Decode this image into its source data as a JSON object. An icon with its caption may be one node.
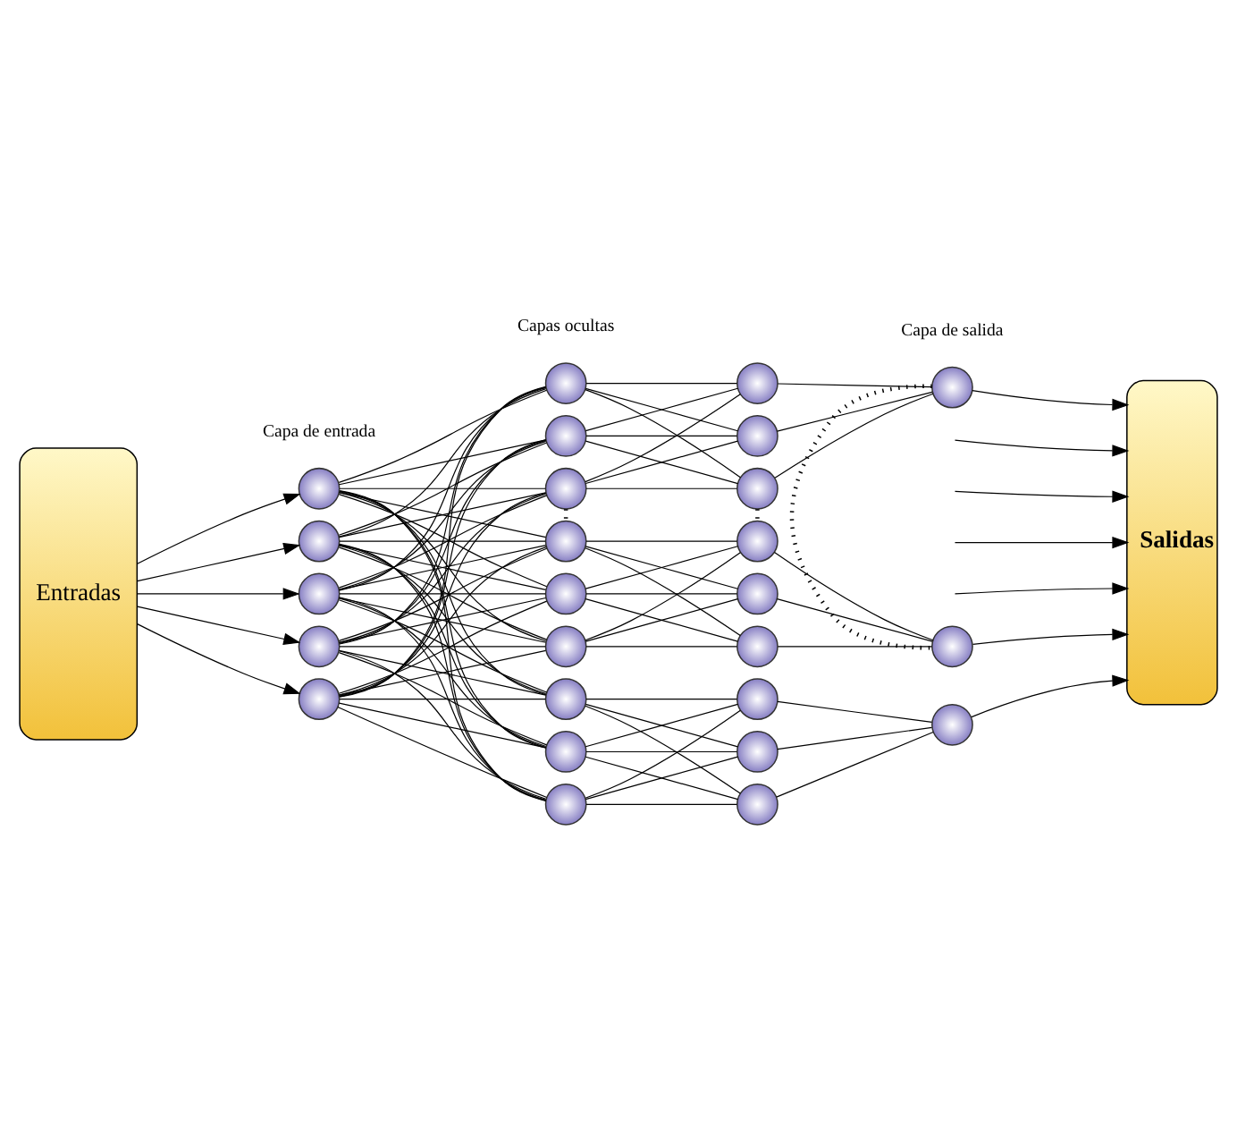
{
  "diagram": {
    "nodes": [
      {
        "text": [
          "Entradas"
        ]
      },
      {
        "text": [],
        "shape": "circle"
      },
      {
        "text": [],
        "shape": "circle"
      },
      {
        "text": [],
        "shape": "circle"
      },
      {
        "text": [],
        "shape": "circle"
      },
      {
        "text": [],
        "shape": "circle"
      },
      {
        "text": [],
        "shape": "circle"
      },
      {
        "text": [],
        "shape": "circle"
      },
      {
        "text": [],
        "shape": "circle"
      },
      {
        "text": [],
        "shape": "circle"
      },
      {
        "text": [],
        "shape": "circle"
      },
      {
        "text": [],
        "shape": "circle"
      },
      {
        "text": [],
        "shape": "circle"
      },
      {
        "text": [],
        "shape": "circle"
      },
      {
        "text": [],
        "shape": "circle"
      },
      {
        "text": [],
        "shape": "circle"
      },
      {
        "text": [],
        "shape": "circle"
      },
      {
        "text": [],
        "shape": "circle"
      },
      {
        "text": [],
        "shape": "circle"
      },
      {
        "text": [],
        "shape": "circle"
      },
      {
        "text": [],
        "shape": "circle"
      },
      {
        "text": [],
        "shape": "circle"
      },
      {
        "text": [],
        "shape": "circle"
      },
      {
        "text": [],
        "shape": "circle"
      },
      {
        "text": [],
        "shape": "circle"
      },
      {
        "text": [],
        "shape": "circle"
      },
      {
        "text": [],
        "shape": "circle"
      },
      {
        "text": [
          "Salidas"
        ]
      }
    ],
    "edges": [
      {
        "from": 0,
        "to": 1,
        "arrow": "to"
      },
      {
        "from": 0,
        "to": 2,
        "arrow": "to"
      },
      {
        "from": 0,
        "to": 3,
        "arrow": "to"
      },
      {
        "from": 0,
        "to": 4,
        "arrow": "to"
      },
      {
        "from": 0,
        "to": 5,
        "arrow": "to"
      },
      {
        "from": 1,
        "to": 6,
        "arrow": "none"
      },
      {
        "from": 1,
        "to": 7,
        "arrow": "none"
      },
      {
        "from": 1,
        "to": 8,
        "arrow": "none"
      },
      {
        "from": 1,
        "to": 9,
        "arrow": "none"
      },
      {
        "from": 1,
        "to": 10,
        "arrow": "none"
      },
      {
        "from": 1,
        "to": 11,
        "arrow": "none"
      },
      {
        "from": 1,
        "to": 12,
        "arrow": "none"
      },
      {
        "from": 1,
        "to": 13,
        "arrow": "none"
      },
      {
        "from": 1,
        "to": 14,
        "arrow": "none"
      },
      {
        "from": 2,
        "to": 6,
        "arrow": "none"
      },
      {
        "from": 2,
        "to": 7,
        "arrow": "none"
      },
      {
        "from": 2,
        "to": 8,
        "arrow": "none"
      },
      {
        "from": 2,
        "to": 9,
        "arrow": "none"
      },
      {
        "from": 2,
        "to": 10,
        "arrow": "none"
      },
      {
        "from": 2,
        "to": 11,
        "arrow": "none"
      },
      {
        "from": 2,
        "to": 12,
        "arrow": "none"
      },
      {
        "from": 2,
        "to": 13,
        "arrow": "none"
      },
      {
        "from": 2,
        "to": 14,
        "arrow": "none"
      },
      {
        "from": 3,
        "to": 6,
        "arrow": "none"
      },
      {
        "from": 3,
        "to": 7,
        "arrow": "none"
      },
      {
        "from": 3,
        "to": 8,
        "arrow": "none"
      },
      {
        "from": 3,
        "to": 9,
        "arrow": "none"
      },
      {
        "from": 3,
        "to": 10,
        "arrow": "none"
      },
      {
        "from": 3,
        "to": 11,
        "arrow": "none"
      },
      {
        "from": 3,
        "to": 12,
        "arrow": "none"
      },
      {
        "from": 3,
        "to": 13,
        "arrow": "none"
      },
      {
        "from": 3,
        "to": 14,
        "arrow": "none"
      },
      {
        "from": 4,
        "to": 6,
        "arrow": "none"
      },
      {
        "from": 4,
        "to": 7,
        "arrow": "none"
      },
      {
        "from": 4,
        "to": 8,
        "arrow": "none"
      },
      {
        "from": 4,
        "to": 9,
        "arrow": "none"
      },
      {
        "from": 4,
        "to": 10,
        "arrow": "none"
      },
      {
        "from": 4,
        "to": 11,
        "arrow": "none"
      },
      {
        "from": 4,
        "to": 12,
        "arrow": "none"
      },
      {
        "from": 4,
        "to": 13,
        "arrow": "none"
      },
      {
        "from": 4,
        "to": 14,
        "arrow": "none"
      },
      {
        "from": 5,
        "to": 6,
        "arrow": "none"
      },
      {
        "from": 5,
        "to": 7,
        "arrow": "none"
      },
      {
        "from": 5,
        "to": 8,
        "arrow": "none"
      },
      {
        "from": 5,
        "to": 9,
        "arrow": "none"
      },
      {
        "from": 5,
        "to": 10,
        "arrow": "none"
      },
      {
        "from": 5,
        "to": 11,
        "arrow": "none"
      },
      {
        "from": 5,
        "to": 12,
        "arrow": "none"
      },
      {
        "from": 5,
        "to": 13,
        "arrow": "none"
      },
      {
        "from": 5,
        "to": 14,
        "arrow": "none"
      },
      {
        "from": 6,
        "to": 15,
        "arrow": "none"
      },
      {
        "from": 6,
        "to": 16,
        "arrow": "none"
      },
      {
        "from": 6,
        "to": 17,
        "arrow": "none"
      },
      {
        "from": 7,
        "to": 15,
        "arrow": "none"
      },
      {
        "from": 7,
        "to": 16,
        "arrow": "none"
      },
      {
        "from": 7,
        "to": 17,
        "arrow": "none"
      },
      {
        "from": 8,
        "to": 15,
        "arrow": "none"
      },
      {
        "from": 8,
        "to": 16,
        "arrow": "none"
      },
      {
        "from": 8,
        "to": 17,
        "arrow": "none"
      },
      {
        "from": 9,
        "to": 18,
        "arrow": "none"
      },
      {
        "from": 9,
        "to": 19,
        "arrow": "none"
      },
      {
        "from": 9,
        "to": 20,
        "arrow": "none"
      },
      {
        "from": 10,
        "to": 18,
        "arrow": "none"
      },
      {
        "from": 10,
        "to": 19,
        "arrow": "none"
      },
      {
        "from": 10,
        "to": 20,
        "arrow": "none"
      },
      {
        "from": 11,
        "to": 18,
        "arrow": "none"
      },
      {
        "from": 11,
        "to": 19,
        "arrow": "none"
      },
      {
        "from": 11,
        "to": 20,
        "arrow": "none"
      },
      {
        "from": 12,
        "to": 21,
        "arrow": "none"
      },
      {
        "from": 12,
        "to": 22,
        "arrow": "none"
      },
      {
        "from": 12,
        "to": 23,
        "arrow": "none"
      },
      {
        "from": 13,
        "to": 21,
        "arrow": "none"
      },
      {
        "from": 13,
        "to": 22,
        "arrow": "none"
      },
      {
        "from": 13,
        "to": 23,
        "arrow": "none"
      },
      {
        "from": 14,
        "to": 21,
        "arrow": "none"
      },
      {
        "from": 14,
        "to": 22,
        "arrow": "none"
      },
      {
        "from": 14,
        "to": 23,
        "arrow": "none"
      },
      {
        "from": 15,
        "to": 24,
        "arrow": "none"
      },
      {
        "from": 16,
        "to": 24,
        "arrow": "none"
      },
      {
        "from": 17,
        "to": 24,
        "arrow": "none"
      },
      {
        "from": 18,
        "to": 25,
        "arrow": "none"
      },
      {
        "from": 19,
        "to": 25,
        "arrow": "none"
      },
      {
        "from": 20,
        "to": 25,
        "arrow": "none"
      },
      {
        "from": 21,
        "to": 26,
        "arrow": "none"
      },
      {
        "from": 22,
        "to": 26,
        "arrow": "none"
      },
      {
        "from": 23,
        "to": 26,
        "arrow": "none"
      },
      {
        "from": 8,
        "to": 9,
        "arrow": "none",
        "style": "dashed"
      },
      {
        "from": 17,
        "to": 18,
        "arrow": "none",
        "style": "dashed"
      },
      {
        "from": 24,
        "to": 25,
        "arrow": "none",
        "style": "dashed"
      },
      {
        "from": 24,
        "to": 27,
        "arrow": "to"
      },
      {
        "from": null,
        "to": 27,
        "arrow": "to"
      },
      {
        "from": null,
        "to": 27,
        "arrow": "to"
      },
      {
        "from": null,
        "to": 27,
        "arrow": "to"
      },
      {
        "from": null,
        "to": 27,
        "arrow": "to"
      },
      {
        "from": 25,
        "to": 27,
        "arrow": "to"
      },
      {
        "from": 26,
        "to": 27,
        "arrow": "to"
      }
    ],
    "labels": [
      "Capa de entrada",
      "Capa de salida",
      "Capas ocultas"
    ]
  }
}
